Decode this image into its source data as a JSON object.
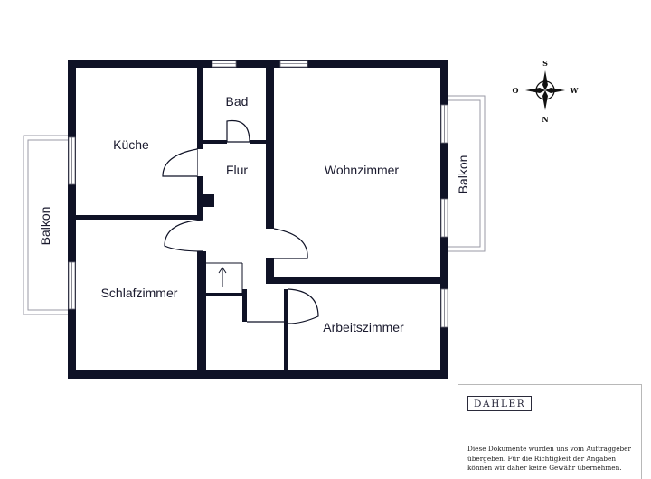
{
  "floorplan": {
    "rooms": [
      {
        "id": "kueche",
        "label": "Küche"
      },
      {
        "id": "bad",
        "label": "Bad"
      },
      {
        "id": "flur",
        "label": "Flur"
      },
      {
        "id": "wohnzimmer",
        "label": "Wohnzimmer"
      },
      {
        "id": "schlafzimmer",
        "label": "Schlafzimmer"
      },
      {
        "id": "arbeitszimmer",
        "label": "Arbeitszimmer"
      },
      {
        "id": "balkon-links",
        "label": "Balkon"
      },
      {
        "id": "balkon-rechts",
        "label": "Balkon"
      }
    ],
    "wall_color": "#0f1226"
  },
  "compass": {
    "north": "N",
    "south": "S",
    "east": "O",
    "west": "W"
  },
  "branding": {
    "logo_text": "DAHLER",
    "disclaimer": "Diese Dokumente wurden uns vom Auftraggeber übergeben. Für die Richtigkeit der Angaben können wir daher keine Gewähr übernehmen."
  }
}
